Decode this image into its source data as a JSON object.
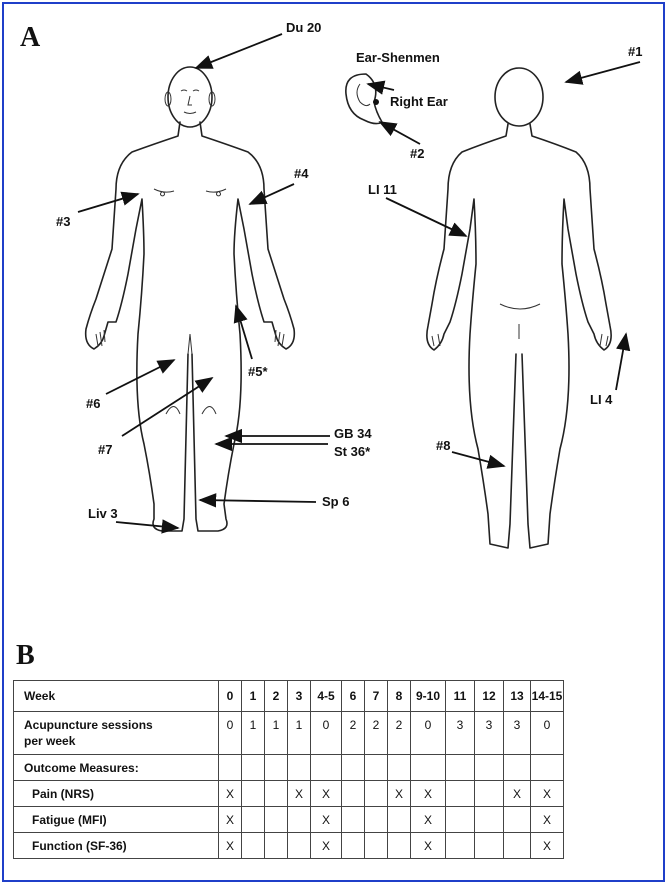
{
  "panels": {
    "a_label": "A",
    "b_label": "B"
  },
  "ear": {
    "shenmen_label": "Ear-Shenmen",
    "right_ear_label": "Right Ear"
  },
  "points": {
    "du20": "Du 20",
    "p1": "#1",
    "p2": "#2",
    "p3": "#3",
    "p4": "#4",
    "p5": "#5*",
    "p6": "#6",
    "p7": "#7",
    "p8": "#8",
    "li11": "LI 11",
    "li4": "LI 4",
    "gb34": "GB 34",
    "st36": "St 36*",
    "sp6": "Sp 6",
    "liv3": "Liv 3"
  },
  "table": {
    "week_header": "Week",
    "weeks": [
      "0",
      "1",
      "2",
      "3",
      "4-5",
      "6",
      "7",
      "8",
      "9-10",
      "11",
      "12",
      "13",
      "14-15"
    ],
    "sessions_label": [
      "Acupuncture sessions",
      "per week"
    ],
    "sessions": [
      "0",
      "1",
      "1",
      "1",
      "0",
      "2",
      "2",
      "2",
      "0",
      "3",
      "3",
      "3",
      "0"
    ],
    "outcome_label": "Outcome Measures:",
    "measures": [
      {
        "label": "Pain (NRS)",
        "marks": [
          "X",
          "",
          "",
          "X",
          "X",
          "",
          "",
          "X",
          "X",
          "",
          "",
          "X",
          "X"
        ]
      },
      {
        "label": "Fatigue (MFI)",
        "marks": [
          "X",
          "",
          "",
          "",
          "X",
          "",
          "",
          "",
          "X",
          "",
          "",
          "",
          "X"
        ]
      },
      {
        "label": "Function (SF-36)",
        "marks": [
          "X",
          "",
          "",
          "",
          "X",
          "",
          "",
          "",
          "X",
          "",
          "",
          "",
          "X"
        ]
      }
    ]
  }
}
